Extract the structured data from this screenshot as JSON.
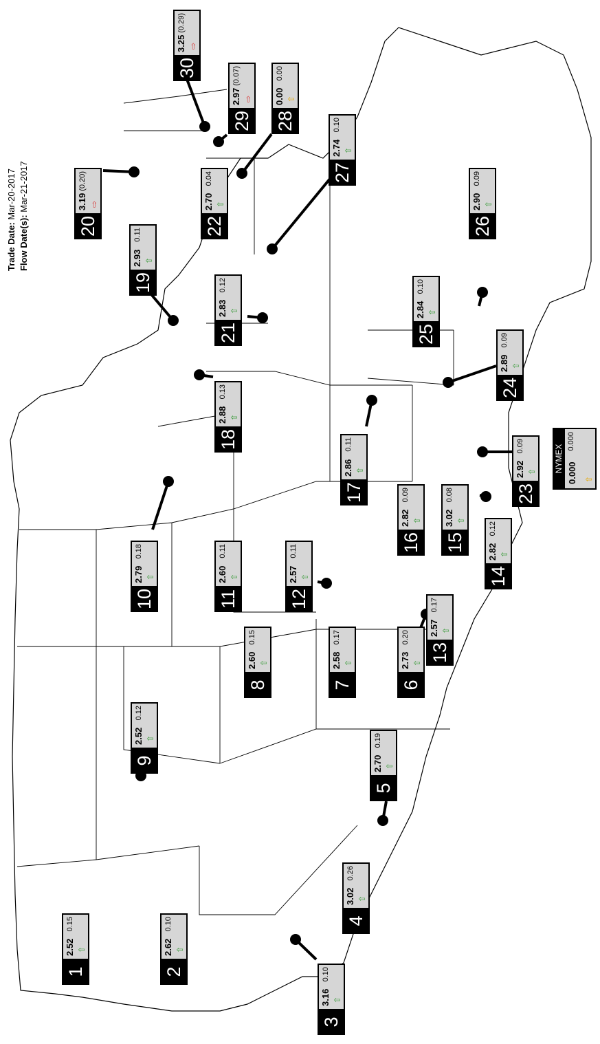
{
  "trade_info": {
    "trade_label": "Trade Date:",
    "trade_value": "Mar-20-2017",
    "flow_label": "Flow Date(s):",
    "flow_value": "Mar-21-2017"
  },
  "nymex": {
    "label": "NYMEX",
    "price": "0.000",
    "change": "0.000",
    "direction": "flat"
  },
  "colors": {
    "up": "#3a9b3a",
    "down": "#d93a3a",
    "flat": "#e8a800",
    "box": "#d6d6d6"
  },
  "regions": [
    {
      "id": "1",
      "price": "2.52",
      "change": "0.15",
      "direction": "up"
    },
    {
      "id": "2",
      "price": "2.62",
      "change": "0.10",
      "direction": "up"
    },
    {
      "id": "3",
      "price": "3.16",
      "change": "0.10",
      "direction": "up"
    },
    {
      "id": "4",
      "price": "3.02",
      "change": "0.26",
      "direction": "up"
    },
    {
      "id": "5",
      "price": "2.70",
      "change": "0.19",
      "direction": "up"
    },
    {
      "id": "6",
      "price": "2.73",
      "change": "0.20",
      "direction": "up"
    },
    {
      "id": "7",
      "price": "2.58",
      "change": "0.17",
      "direction": "up"
    },
    {
      "id": "8",
      "price": "2.60",
      "change": "0.15",
      "direction": "up"
    },
    {
      "id": "9",
      "price": "2.52",
      "change": "0.12",
      "direction": "up"
    },
    {
      "id": "10",
      "price": "2.79",
      "change": "0.18",
      "direction": "up"
    },
    {
      "id": "11",
      "price": "2.60",
      "change": "0.11",
      "direction": "up"
    },
    {
      "id": "12",
      "price": "2.57",
      "change": "0.11",
      "direction": "up"
    },
    {
      "id": "13",
      "price": "2.57",
      "change": "0.17",
      "direction": "up"
    },
    {
      "id": "14",
      "price": "2.82",
      "change": "0.12",
      "direction": "up"
    },
    {
      "id": "15",
      "price": "3.02",
      "change": "0.08",
      "direction": "up"
    },
    {
      "id": "16",
      "price": "2.82",
      "change": "0.09",
      "direction": "up"
    },
    {
      "id": "17",
      "price": "2.86",
      "change": "0.11",
      "direction": "up"
    },
    {
      "id": "18",
      "price": "2.88",
      "change": "0.13",
      "direction": "up"
    },
    {
      "id": "19",
      "price": "2.93",
      "change": "0.11",
      "direction": "up"
    },
    {
      "id": "20",
      "price": "3.19",
      "change": "(0.20)",
      "direction": "down"
    },
    {
      "id": "21",
      "price": "2.83",
      "change": "0.12",
      "direction": "up"
    },
    {
      "id": "22",
      "price": "2.70",
      "change": "0.04",
      "direction": "up"
    },
    {
      "id": "23",
      "price": "2.92",
      "change": "0.09",
      "direction": "up"
    },
    {
      "id": "24",
      "price": "2.89",
      "change": "0.09",
      "direction": "up"
    },
    {
      "id": "25",
      "price": "2.84",
      "change": "0.10",
      "direction": "up"
    },
    {
      "id": "26",
      "price": "2.90",
      "change": "0.09",
      "direction": "up"
    },
    {
      "id": "27",
      "price": "2.74",
      "change": "0.10",
      "direction": "up"
    },
    {
      "id": "28",
      "price": "0.00",
      "change": "0.00",
      "direction": "flat"
    },
    {
      "id": "29",
      "price": "2.97",
      "change": "(0.07)",
      "direction": "down"
    },
    {
      "id": "30",
      "price": "3.25",
      "change": "(0.29)",
      "direction": "down"
    }
  ]
}
